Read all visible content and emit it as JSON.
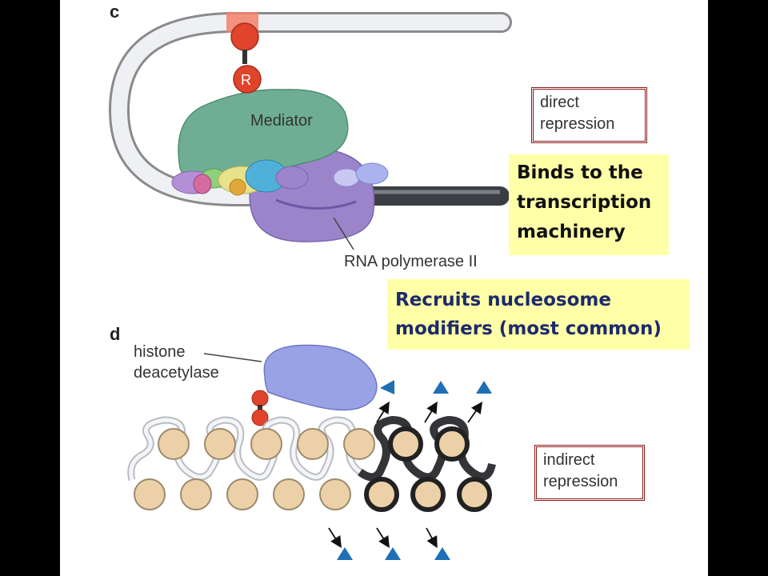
{
  "panel_c": {
    "letter": "c",
    "repressor_label": "R",
    "mediator_label": "Mediator",
    "polymerase_label": "RNA polymerase II"
  },
  "panel_d": {
    "letter": "d",
    "hdac_label_line1": "histone",
    "hdac_label_line2": "deacetylase"
  },
  "boxes": {
    "direct_line1": "direct",
    "direct_line2": "repression",
    "indirect_line1": "indirect",
    "indirect_line2": "repression"
  },
  "callouts": {
    "binds_line1": "Binds to the",
    "binds_line2": "transcription",
    "binds_line3": "machinery",
    "recruits_line1": "Recruits nucleosome",
    "recruits_line2": "modifiers (most common)"
  },
  "colors": {
    "background": "#000000",
    "slide": "#ffffff",
    "callout_fill": "#ffffa8",
    "box_border": "#8b1a1a",
    "mediator": "#6fae94",
    "polymerase": "#9b84c9",
    "repressor": "#e0442c",
    "acetyl_mark": "#1f6fb5",
    "nucleosome": "#ecd1a8"
  }
}
